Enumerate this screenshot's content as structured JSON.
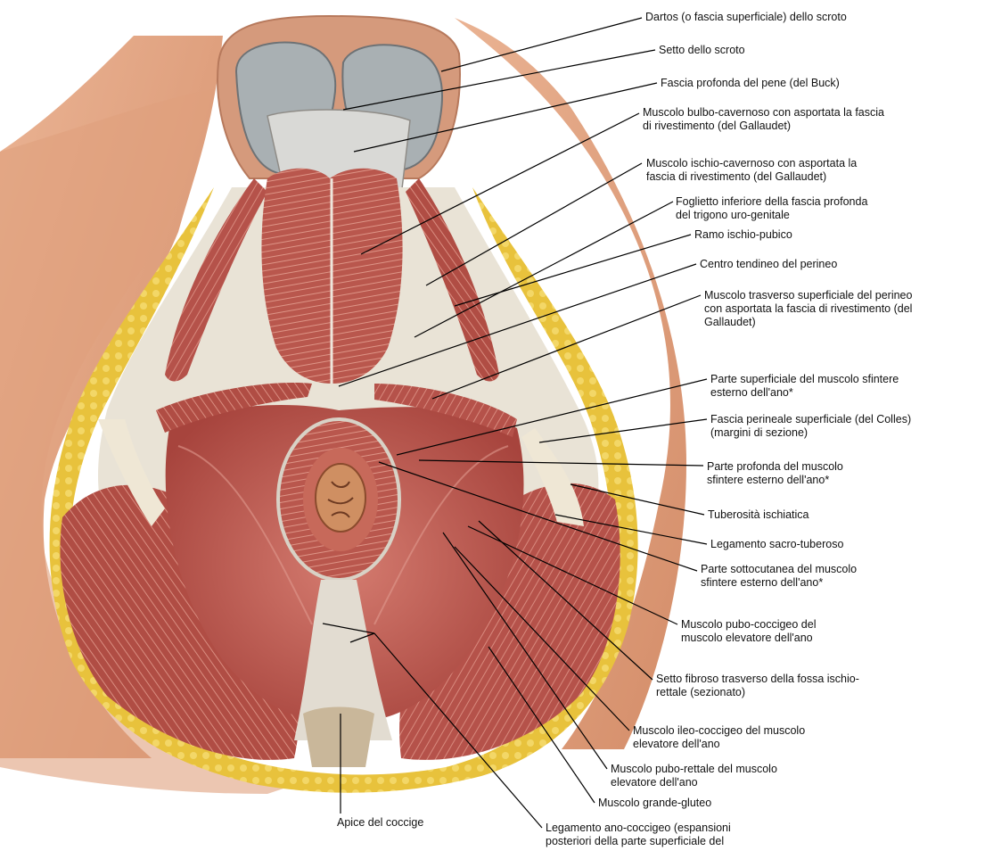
{
  "labels": {
    "dartos": [
      "Dartos (o fascia superficiale) dello scroto"
    ],
    "setto_scroto": [
      "Setto dello scroto"
    ],
    "fascia_buck": [
      "Fascia profonda del pene (del Buck)"
    ],
    "bulbo_cavernoso": [
      "Muscolo bulbo-cavernoso con asportata la fascia",
      "di rivestimento (del Gallaudet)"
    ],
    "ischio_cavernoso": [
      "Muscolo ischio-cavernoso con asportata la",
      "fascia di rivestimento (del Gallaudet)"
    ],
    "foglietto_inferiore": [
      "Foglietto inferiore della fascia profonda",
      "del trigono uro-genitale"
    ],
    "ramo_ischio_pubico": [
      "Ramo ischio-pubico"
    ],
    "centro_tendineo": [
      "Centro tendineo del perineo"
    ],
    "trasverso_superficiale": [
      "Muscolo trasverso superficiale del perineo",
      "con asportata la fascia di rivestimento (del",
      "Gallaudet)"
    ],
    "sfintere_superficiale": [
      "Parte superficiale del muscolo sfintere",
      "esterno dell'ano*"
    ],
    "fascia_colles": [
      "Fascia perineale superficiale (del Colles)",
      "(margini di sezione)"
    ],
    "sfintere_profonda": [
      "Parte profonda del muscolo",
      "sfintere esterno dell'ano*"
    ],
    "tuberosita": [
      "Tuberosità ischiatica"
    ],
    "sacro_tuberoso": [
      "Legamento sacro-tuberoso"
    ],
    "sfintere_sottocutanea": [
      "Parte sottocutanea del muscolo",
      "sfintere esterno dell'ano*"
    ],
    "pubo_coccigeo": [
      "Muscolo pubo-coccigeo del",
      "muscolo elevatore dell'ano"
    ],
    "setto_fibroso": [
      "Setto fibroso trasverso della fossa ischio-",
      "rettale (sezionato)"
    ],
    "ileo_coccigeo": [
      "Muscolo ileo-coccigeo del muscolo",
      "elevatore dell'ano"
    ],
    "pubo_rettale": [
      "Muscolo pubo-rettale del muscolo",
      "elevatore dell'ano"
    ],
    "grande_gluteo": [
      "Muscolo grande-gluteo"
    ],
    "apice_coccige": [
      "Apice del coccige"
    ],
    "ano_coccigeo": [
      "Legamento ano-coccigeo (espansioni",
      "posteriori della parte superficiale del"
    ]
  },
  "colors": {
    "skin": "#e3a27e",
    "skin_dark": "#c97e5c",
    "fat": "#e8c23c",
    "muscle": "#b5524a",
    "muscle_light": "#d57c70",
    "fascia": "#e6e3dc",
    "tendon": "#d9d5cc",
    "anus": "#c9825a",
    "leader": "#000000"
  }
}
